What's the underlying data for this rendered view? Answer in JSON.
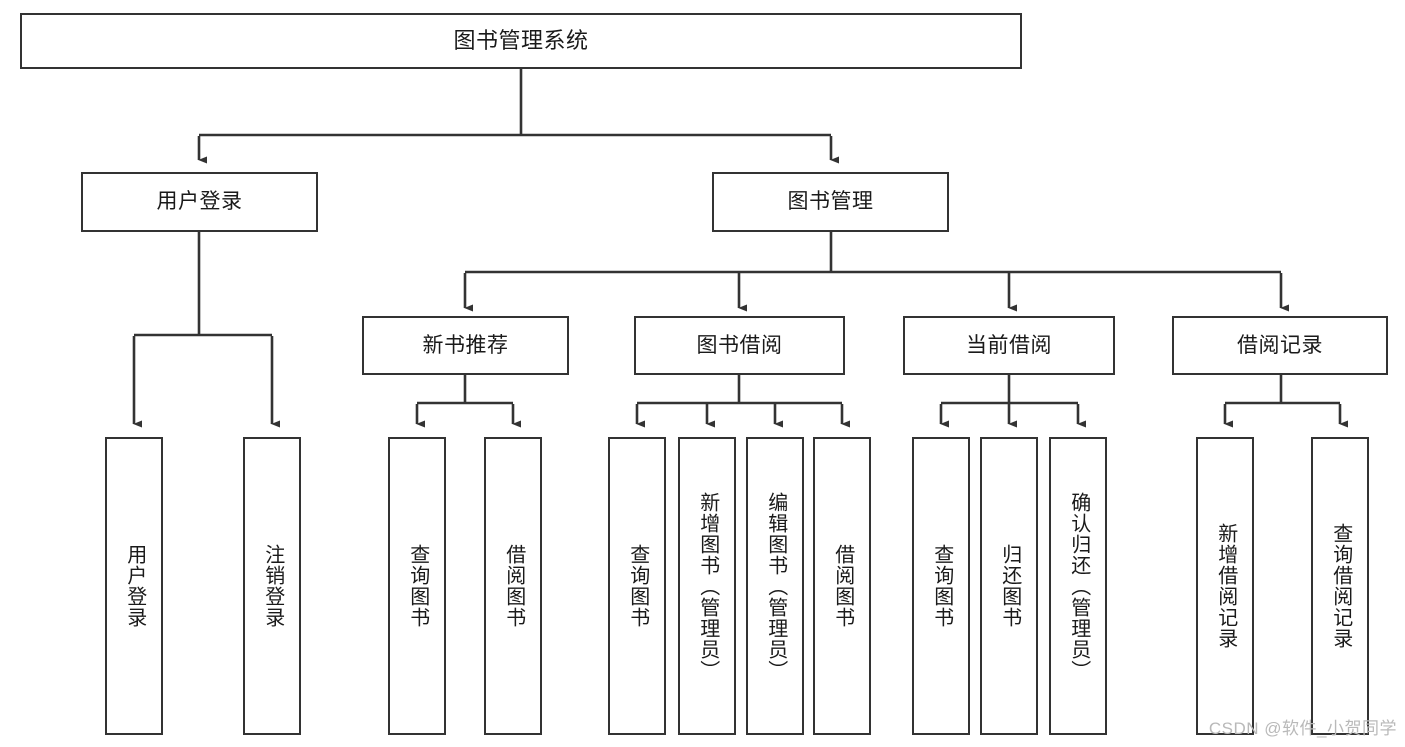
{
  "diagram": {
    "title": "图书管理系统",
    "type": "tree-hierarchy-chart",
    "watermark": "CSDN @软件_小贺同学",
    "colors": {
      "box_border": "#333333",
      "box_fill": "#ffffff",
      "connector": "#333333",
      "text": "#1a1a1a",
      "watermark": "#b9b9b9",
      "page_background": "#ffffff"
    },
    "root": {
      "label": "图书管理系统"
    },
    "level2": [
      {
        "label": "用户登录"
      },
      {
        "label": "图书管理"
      }
    ],
    "level3": [
      {
        "label": "新书推荐"
      },
      {
        "label": "图书借阅"
      },
      {
        "label": "当前借阅"
      },
      {
        "label": "借阅记录"
      }
    ],
    "leaves": {
      "user_login": [
        {
          "label": "用户登录"
        },
        {
          "label": "注销登录"
        }
      ],
      "new_book_recommend": [
        {
          "label": "查询图书"
        },
        {
          "label": "借阅图书"
        }
      ],
      "book_borrow": [
        {
          "label": "查询图书"
        },
        {
          "label": "新增图书（管理员）"
        },
        {
          "label": "编辑图书（管理员）"
        },
        {
          "label": "借阅图书"
        }
      ],
      "current_borrow": [
        {
          "label": "查询图书"
        },
        {
          "label": "归还图书"
        },
        {
          "label": "确认归还（管理员）"
        }
      ],
      "borrow_record": [
        {
          "label": "新增借阅记录"
        },
        {
          "label": "查询借阅记录"
        }
      ]
    }
  }
}
